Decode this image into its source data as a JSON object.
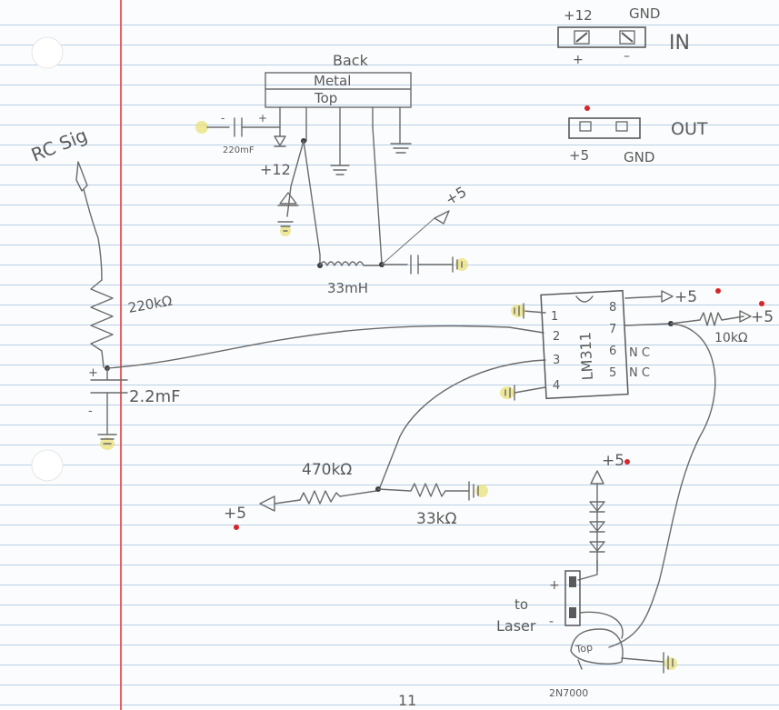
{
  "labels": {
    "rc_sig": "RC Sig",
    "back": "Back",
    "metal": "Metal",
    "top": "Top",
    "cap_220": "220mF",
    "plus12_lower": "+12",
    "plus5_upper": "+5",
    "inductor": "33mH",
    "res_220k": "220kΩ",
    "cap_2_2": "2.2mF",
    "plus_sign": "+",
    "minus_sign": "-",
    "in_plus12": "+12",
    "in_gnd": "GND",
    "in_plus": "+",
    "in_minus": "–",
    "in_label": "IN",
    "out_label": "OUT",
    "out_plus5": "+5",
    "out_gnd": "GND",
    "ic_name": "LM311",
    "pin1": "1",
    "pin2": "2",
    "pin3": "3",
    "pin4": "4",
    "pin5": "5",
    "pin6": "6",
    "pin7": "7",
    "pin8": "8",
    "nc6": "N C",
    "nc5": "N C",
    "plus5_pin8": "+5",
    "plus5_10k": "+5",
    "res_10k": "10kΩ",
    "res_470k": "470kΩ",
    "res_33k": "33kΩ",
    "plus5_left": "+5",
    "plus5_led": "+5",
    "laser_to": "to",
    "laser": "Laser",
    "laser_plus": "+",
    "laser_minus": "-",
    "mosfet_top": "Top",
    "mosfet": "2N7000",
    "page_number": "11"
  },
  "colors": {
    "margin_line": "#e8393f",
    "rule_line": "#b9cfe6",
    "pencil": "#6b6b6b",
    "red_marker": "#d7262a",
    "highlight": "#e9e27a"
  },
  "icons": [
    "hole-punch-icon",
    "ground-icon",
    "diode-icon",
    "triangle-plus5-icon",
    "red-dot-icon"
  ]
}
